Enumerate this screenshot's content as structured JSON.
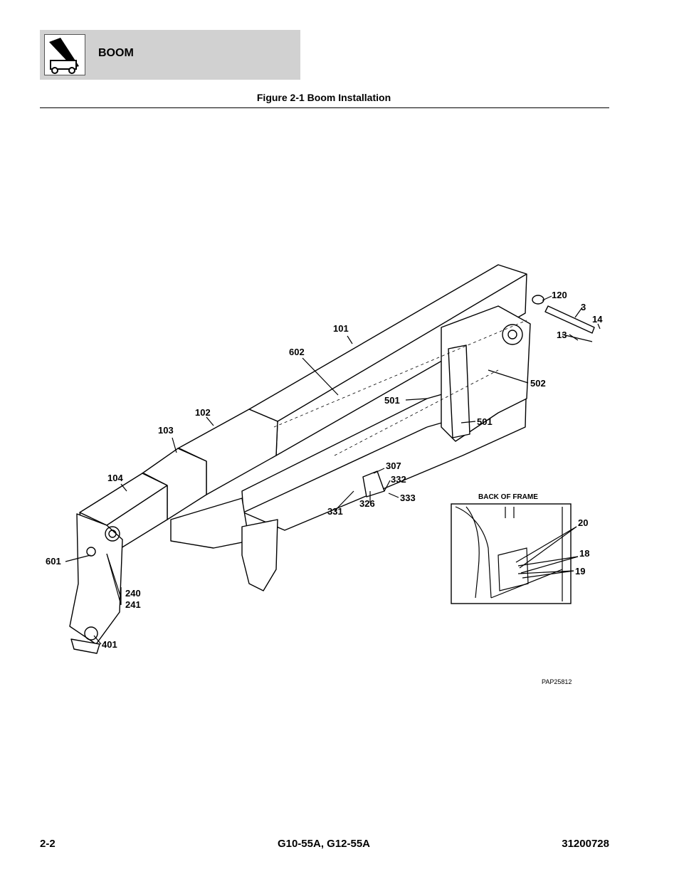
{
  "header": {
    "section_title": "BOOM",
    "logo_icon": "telehandler-icon"
  },
  "figure": {
    "title": "Figure 2-1 Boom Installation",
    "inset_title": "BACK OF FRAME",
    "drawing_id": "PAP25812"
  },
  "callouts": {
    "c120": "120",
    "c3": "3",
    "c14": "14",
    "c13": "13",
    "c101": "101",
    "c602": "602",
    "c502": "502",
    "c501a": "501",
    "c501b": "501",
    "c102": "102",
    "c103": "103",
    "c104": "104",
    "c307": "307",
    "c332": "332",
    "c333": "333",
    "c326": "326",
    "c331": "331",
    "c601": "601",
    "c240": "240",
    "c241": "241",
    "c401": "401",
    "c20": "20",
    "c18": "18",
    "c19": "19"
  },
  "footer": {
    "page": "2-2",
    "model": "G10-55A, G12-55A",
    "doc_number": "31200728"
  }
}
